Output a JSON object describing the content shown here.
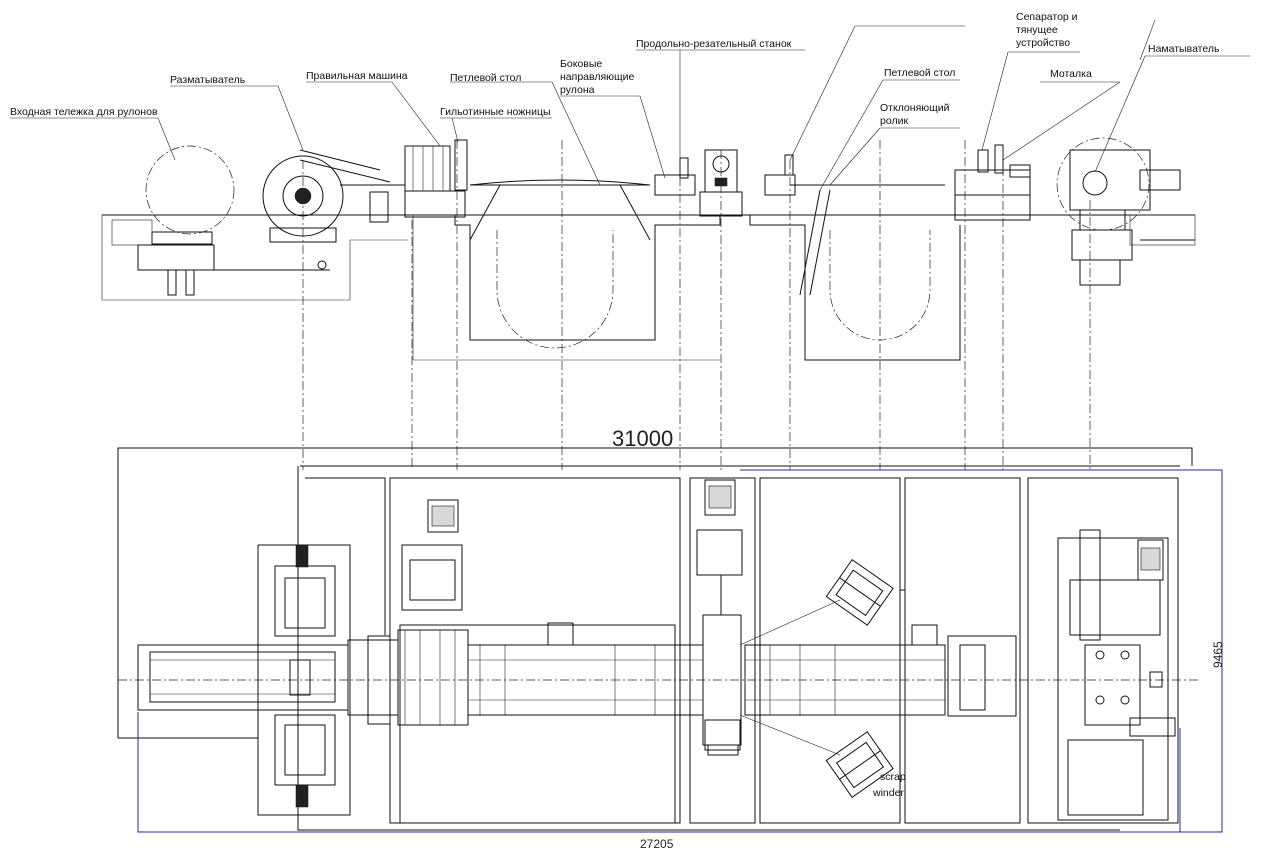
{
  "labels": {
    "entry_car": "Входная тележка для рулонов",
    "uncoiler": "Разматыватель",
    "straightener": "Правильная машина",
    "loop_table_1": "Петлевой стол",
    "guillotine": "Гильотинные ножницы",
    "side_guides_1": "Боковые",
    "side_guides_2": "направляющие",
    "side_guides_3": "рулона",
    "slitter": "Продольно-резательный станок",
    "loop_table_2": "Петлевой стол",
    "deflector_1": "Отклоняющий",
    "deflector_2": "ролик",
    "separator_1": "Сепаратор и",
    "separator_2": "тянущее",
    "separator_3": "устройство",
    "scrap_winder_top": "Моталка",
    "recoiler": "Наматыватель",
    "scrap_winder_1": "scrap",
    "scrap_winder_2": "winder"
  },
  "dimensions": {
    "overall_length": "31000",
    "inner_length": "27205",
    "width": "9465"
  },
  "colors": {
    "line": "#111111",
    "dimension_frame": "#2a2aa0"
  }
}
